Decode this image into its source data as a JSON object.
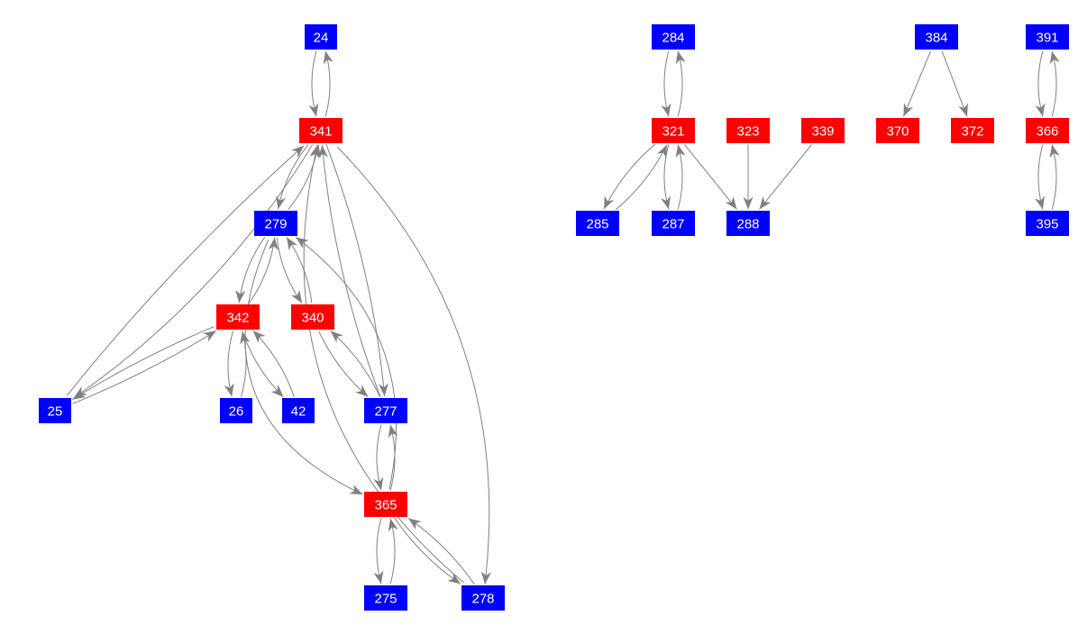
{
  "colors": {
    "red": "#ff0000",
    "blue": "#0000ff",
    "edge": "#808080"
  },
  "nodes": [
    {
      "id": "24",
      "color": "blue"
    },
    {
      "id": "341",
      "color": "red"
    },
    {
      "id": "279",
      "color": "blue"
    },
    {
      "id": "342",
      "color": "red"
    },
    {
      "id": "340",
      "color": "red"
    },
    {
      "id": "25",
      "color": "blue"
    },
    {
      "id": "26",
      "color": "blue"
    },
    {
      "id": "42",
      "color": "blue"
    },
    {
      "id": "277",
      "color": "blue"
    },
    {
      "id": "365",
      "color": "red"
    },
    {
      "id": "275",
      "color": "blue"
    },
    {
      "id": "278",
      "color": "blue"
    },
    {
      "id": "284",
      "color": "blue"
    },
    {
      "id": "321",
      "color": "red"
    },
    {
      "id": "323",
      "color": "red"
    },
    {
      "id": "339",
      "color": "red"
    },
    {
      "id": "285",
      "color": "blue"
    },
    {
      "id": "287",
      "color": "blue"
    },
    {
      "id": "288",
      "color": "blue"
    },
    {
      "id": "384",
      "color": "blue"
    },
    {
      "id": "370",
      "color": "red"
    },
    {
      "id": "372",
      "color": "red"
    },
    {
      "id": "391",
      "color": "blue"
    },
    {
      "id": "366",
      "color": "red"
    },
    {
      "id": "395",
      "color": "blue"
    }
  ],
  "edges": [
    [
      "24",
      "341"
    ],
    [
      "341",
      "24"
    ],
    [
      "341",
      "279"
    ],
    [
      "279",
      "341"
    ],
    [
      "341",
      "25"
    ],
    [
      "25",
      "341"
    ],
    [
      "341",
      "277"
    ],
    [
      "277",
      "341"
    ],
    [
      "341",
      "278"
    ],
    [
      "278",
      "341"
    ],
    [
      "279",
      "342"
    ],
    [
      "342",
      "279"
    ],
    [
      "279",
      "340"
    ],
    [
      "340",
      "279"
    ],
    [
      "279",
      "365"
    ],
    [
      "365",
      "279"
    ],
    [
      "342",
      "25"
    ],
    [
      "25",
      "342"
    ],
    [
      "342",
      "26"
    ],
    [
      "26",
      "342"
    ],
    [
      "342",
      "42"
    ],
    [
      "42",
      "342"
    ],
    [
      "340",
      "277"
    ],
    [
      "277",
      "340"
    ],
    [
      "277",
      "365"
    ],
    [
      "365",
      "277"
    ],
    [
      "365",
      "275"
    ],
    [
      "275",
      "365"
    ],
    [
      "365",
      "278"
    ],
    [
      "278",
      "365"
    ],
    [
      "284",
      "321"
    ],
    [
      "321",
      "284"
    ],
    [
      "321",
      "285"
    ],
    [
      "285",
      "321"
    ],
    [
      "321",
      "287"
    ],
    [
      "287",
      "321"
    ],
    [
      "321",
      "288"
    ],
    [
      "323",
      "288"
    ],
    [
      "339",
      "288"
    ],
    [
      "384",
      "370"
    ],
    [
      "384",
      "372"
    ],
    [
      "391",
      "366"
    ],
    [
      "366",
      "391"
    ],
    [
      "366",
      "395"
    ],
    [
      "395",
      "366"
    ]
  ]
}
